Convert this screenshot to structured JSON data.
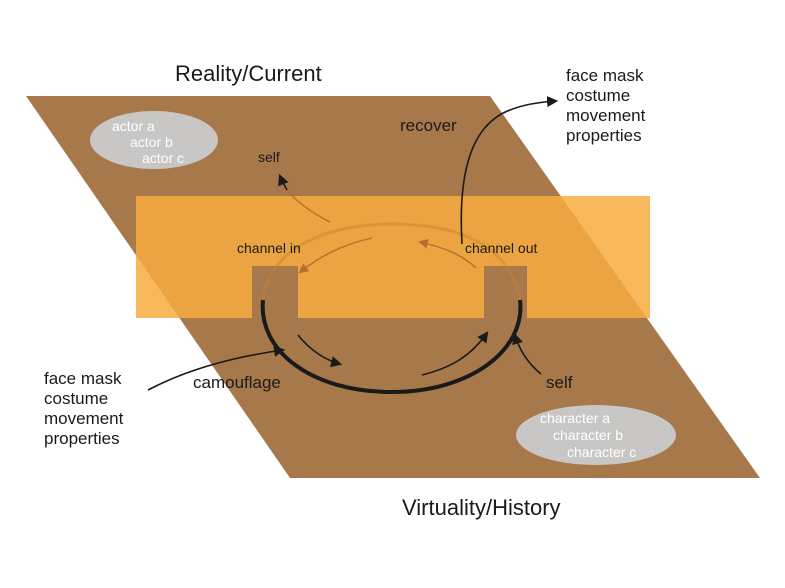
{
  "top_title": "Reality/Current",
  "bottom_title": "Virtuality/History",
  "actors": [
    "actor a",
    "actor b",
    "actor c"
  ],
  "characters": [
    "character a",
    "character b",
    "character c"
  ],
  "top_right_list": [
    "face mask",
    "costume",
    "movement",
    "properties"
  ],
  "left_list": [
    "face mask",
    "costume",
    "movement",
    "properties"
  ],
  "labels": {
    "recover": "recover",
    "self_top": "self",
    "self_bottom": "self",
    "channel_in": "channel in",
    "channel_out": "channel out",
    "camouflage": "camouflage"
  },
  "colors": {
    "plane": "#a7784a",
    "band": "#f7ac3f",
    "ellipse": "#c9c7c5",
    "stroke": "#1a1a1a"
  }
}
